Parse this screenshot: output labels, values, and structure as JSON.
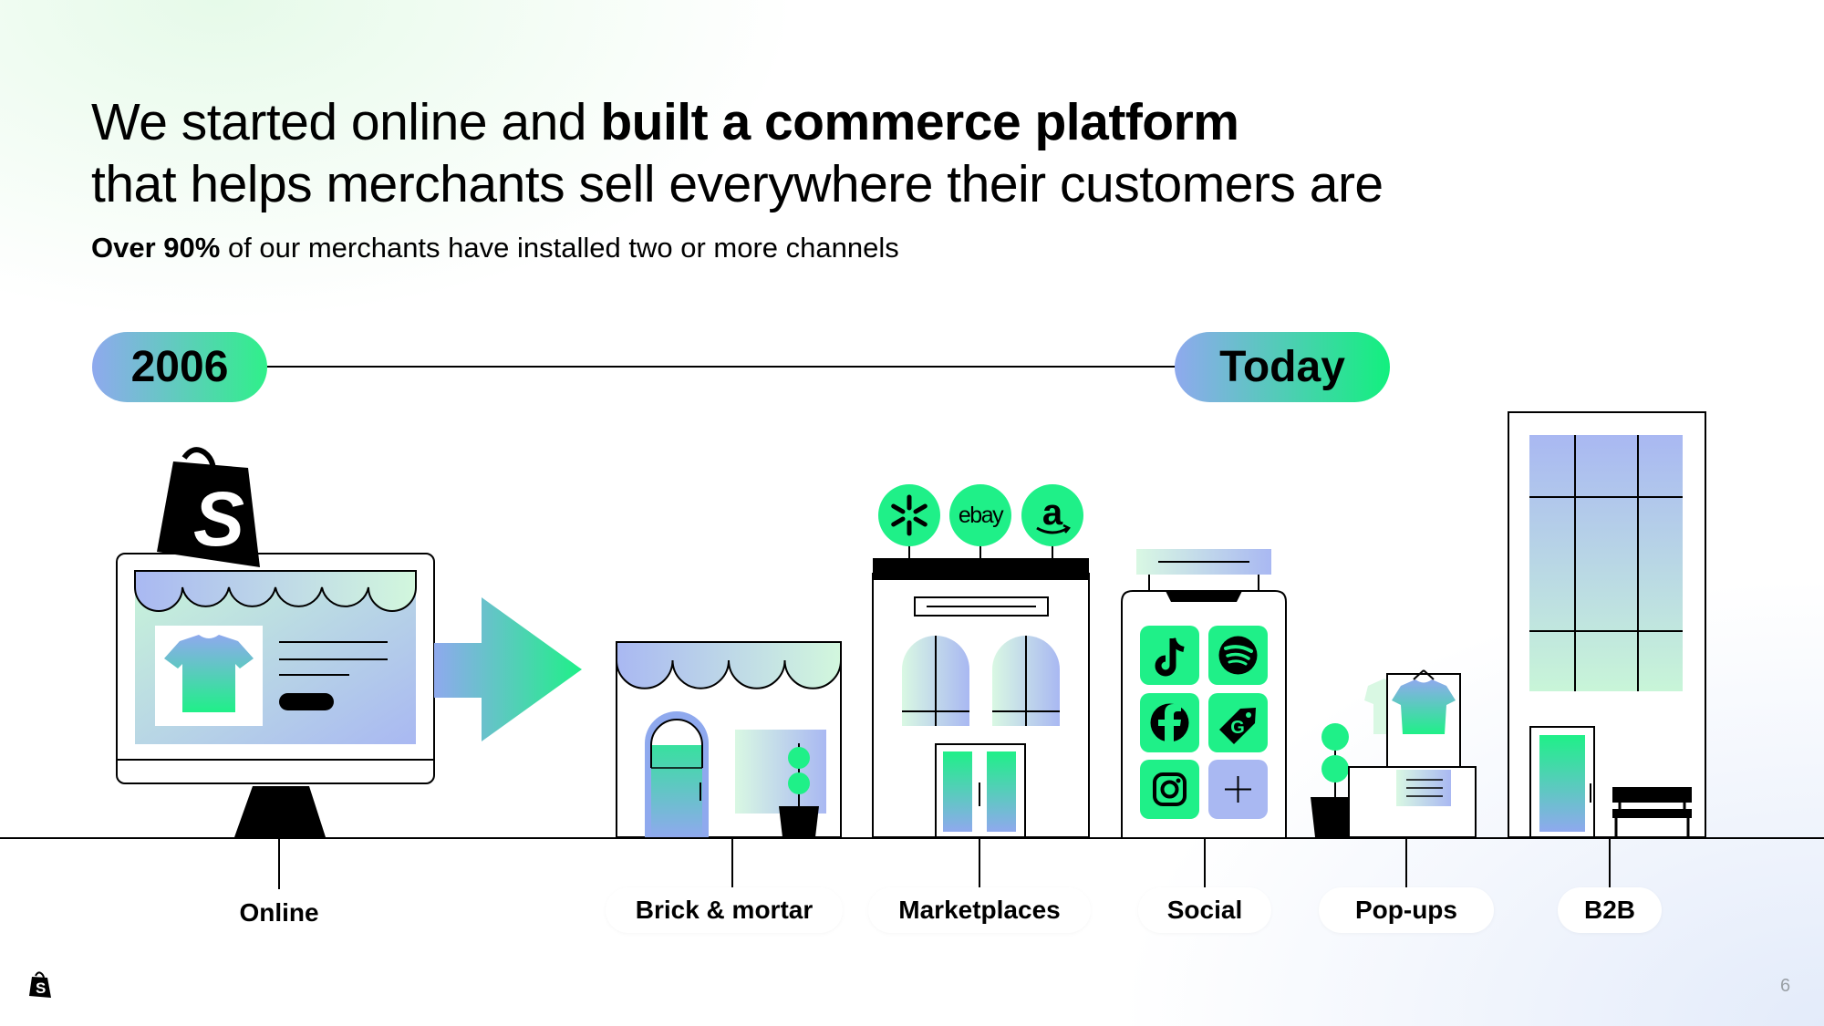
{
  "headline": {
    "part1": "We started online and ",
    "bold": "built a commerce platform",
    "line2": "that helps merchants sell everywhere their customers are"
  },
  "subline": {
    "bold": "Over 90%",
    "rest": " of our merchants have installed two or more channels"
  },
  "timeline": {
    "start": "2006",
    "end": "Today"
  },
  "channels": [
    {
      "label": "Online"
    },
    {
      "label": "Brick & mortar"
    },
    {
      "label": "Marketplaces"
    },
    {
      "label": "Social"
    },
    {
      "label": "Pop-ups"
    },
    {
      "label": "B2B"
    }
  ],
  "marketplace_logos": [
    "walmart-icon",
    "ebay-icon",
    "amazon-icon"
  ],
  "marketplace_text": {
    "ebay": "ebay",
    "amazon": "a"
  },
  "social_icons": [
    "tiktok-icon",
    "spotify-icon",
    "facebook-icon",
    "google-icon",
    "instagram-icon",
    "plus-icon"
  ],
  "colors": {
    "accent_green": "#1ff088",
    "accent_blue": "#8fa9ee",
    "ink": "#000000"
  },
  "slide_number": "6"
}
